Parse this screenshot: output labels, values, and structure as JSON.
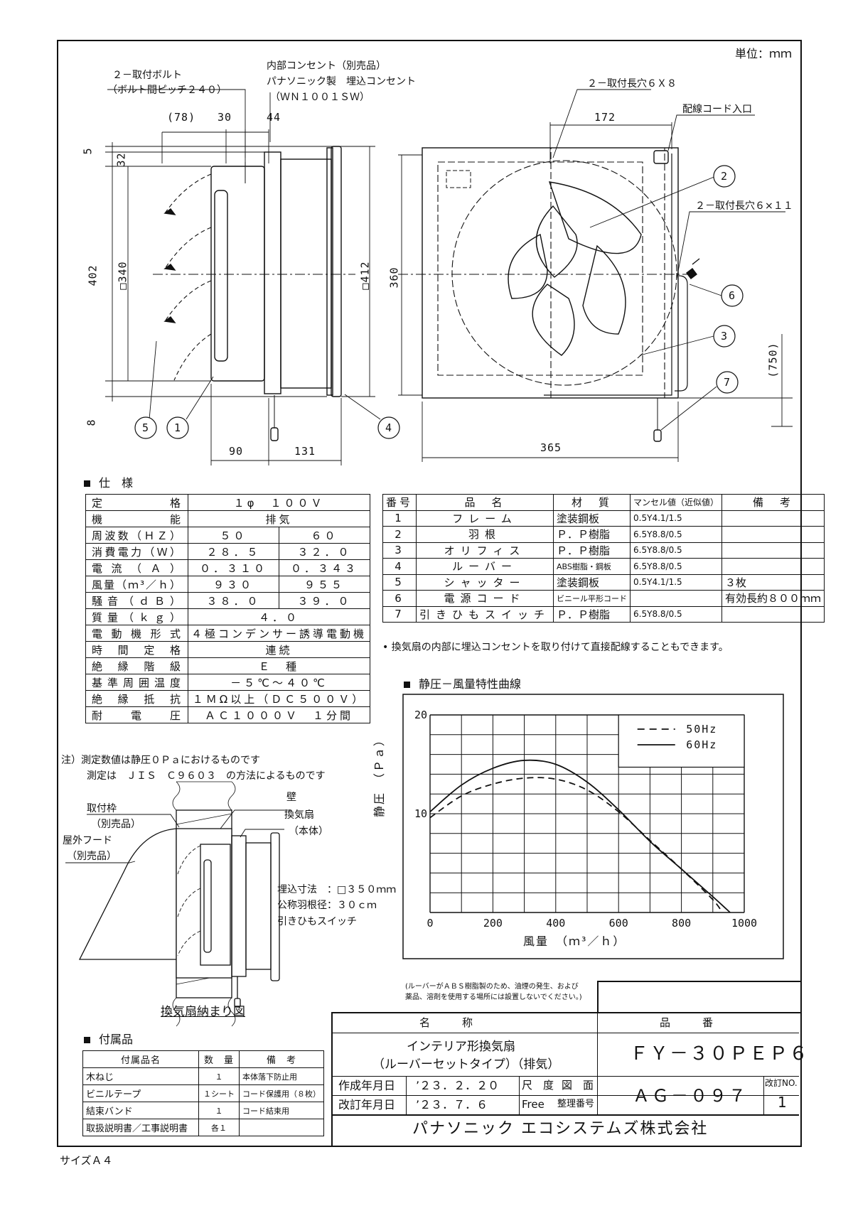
{
  "unit_label": "単位：ｍｍ",
  "paper_size": "サイズＡ４",
  "side_view": {
    "callout_bolt_1": "２－取付ボルト",
    "callout_bolt_2": "（ボルト間ピッチ２４０）",
    "callout_outlet_1": "内部コンセント（別売品）",
    "callout_outlet_2": "パナソニック製　埋込コンセント",
    "callout_outlet_3": "（ＷＮ１００１ＳＷ）",
    "dim_78": "(78)",
    "dim_30": "30",
    "dim_44": "44",
    "dim_5": "5",
    "dim_32": "32",
    "dim_402": "402",
    "dim_340": "□340",
    "dim_412": "□412",
    "dim_8": "8",
    "dim_90": "90",
    "dim_131": "131"
  },
  "front_view": {
    "callout_slot_top": "２－取付長穴６Ｘ８",
    "callout_cord_entry": "配線コード入口",
    "callout_slot_side": "２－取付長穴６×１１",
    "dim_172": "172",
    "dim_360": "360",
    "dim_365": "365",
    "dim_750": "(750)"
  },
  "balloons": [
    "1",
    "2",
    "3",
    "4",
    "5",
    "6",
    "7"
  ],
  "spec": {
    "heading": "仕　様",
    "rows": [
      {
        "label": "定格",
        "v1": "１φ　１００Ｖ",
        "v2": ""
      },
      {
        "label": "機能",
        "v1": "排気",
        "v2": ""
      },
      {
        "label": "周波数（ＨＺ）",
        "v1": "５０",
        "v2": "６０"
      },
      {
        "label": "消費電力（Ｗ）",
        "v1": "２８．５",
        "v2": "３２．０"
      },
      {
        "label": "電流（Ａ）",
        "v1": "０．３１０",
        "v2": "０．３４３"
      },
      {
        "label": "風量（ｍ³／ｈ）",
        "v1": "９３０",
        "v2": "９５５"
      },
      {
        "label": "騒音（ｄＢ）",
        "v1": "３８．０",
        "v2": "３９．０"
      },
      {
        "label": "質量（ｋｇ）",
        "v1": "４．０",
        "v2": ""
      },
      {
        "label": "電動機形式",
        "v1": "４極コンデンサー誘導電動機",
        "v2": ""
      },
      {
        "label": "時間定格",
        "v1": "連続",
        "v2": ""
      },
      {
        "label": "絶縁階級",
        "v1": "Ｅ　種",
        "v2": ""
      },
      {
        "label": "基準周囲温度",
        "v1": "－５℃～４０℃",
        "v2": ""
      },
      {
        "label": "絶縁抵抗",
        "v1": "１ＭΩ以上（ＤＣ５００Ｖ）",
        "v2": ""
      },
      {
        "label": "耐電圧",
        "v1": "ＡＣ１０００Ｖ　１分間",
        "v2": ""
      }
    ],
    "note_1": "注）測定数値は静圧０Ｐａにおけるものです",
    "note_2": "測定は　ＪＩＳ　Ｃ９６０３　の方法によるものです"
  },
  "parts": {
    "headers": [
      "番号",
      "品　名",
      "材　質",
      "マンセル値（近似値）",
      "備　考"
    ],
    "rows": [
      {
        "no": "1",
        "name": "フレーム",
        "material": "塗装鋼板",
        "munsell": "0.5Y4.1/1.5",
        "remark": ""
      },
      {
        "no": "2",
        "name": "羽根",
        "material": "Ｐ．Ｐ樹脂",
        "munsell": "6.5Y8.8/0.5",
        "remark": ""
      },
      {
        "no": "3",
        "name": "オリフィス",
        "material": "Ｐ．Ｐ樹脂",
        "munsell": "6.5Y8.8/0.5",
        "remark": ""
      },
      {
        "no": "4",
        "name": "ルーバー",
        "material": "ABS樹脂・鋼板",
        "munsell": "6.5Y8.8/0.5",
        "remark": ""
      },
      {
        "no": "5",
        "name": "シャッター",
        "material": "塗装鋼板",
        "munsell": "0.5Y4.1/1.5",
        "remark": "３枚"
      },
      {
        "no": "6",
        "name": "電源コード",
        "material": "ビニール平形コード",
        "munsell": "",
        "remark": "有効長約８００ｍｍ"
      },
      {
        "no": "7",
        "name": "引きひもスイッチ",
        "material": "Ｐ．Ｐ樹脂",
        "munsell": "6.5Y8.8/0.5",
        "remark": ""
      }
    ],
    "note": "• 換気扇の内部に埋込コンセントを取り付けて直接配線することもできます。"
  },
  "chart_heading": "静圧－風量特性曲線",
  "chart_data": {
    "type": "line",
    "xlabel": "風量　（ｍ³／ｈ）",
    "ylabel": "静圧　（Ｐａ）",
    "xlim": [
      0,
      1000
    ],
    "ylim": [
      0,
      20
    ],
    "x_ticks": [
      "0",
      "200",
      "400",
      "600",
      "800",
      "1000"
    ],
    "y_ticks": [
      "10",
      "20"
    ],
    "legend_position": "top-right",
    "series": [
      {
        "name": "50Hz",
        "style": "dashed",
        "x": [
          0,
          100,
          200,
          300,
          400,
          500,
          600,
          700,
          800,
          900,
          930
        ],
        "y": [
          9.6,
          11.8,
          13.0,
          13.6,
          13.5,
          12.4,
          10.2,
          7.3,
          4.4,
          1.3,
          0
        ]
      },
      {
        "name": "60Hz",
        "style": "solid",
        "x": [
          0,
          100,
          200,
          300,
          400,
          500,
          600,
          700,
          800,
          900,
          955
        ],
        "y": [
          10.2,
          12.9,
          14.6,
          15.4,
          15.0,
          13.2,
          10.4,
          7.2,
          4.4,
          1.6,
          0
        ]
      }
    ]
  },
  "install": {
    "callout_frame_1": "取付枠",
    "callout_frame_2": "（別売品）",
    "callout_hood_1": "屋外フード",
    "callout_hood_2": "（別売品）",
    "callout_wall": "壁",
    "callout_fan_1": "換気扇",
    "callout_fan_2": "（本体）",
    "spec_1": "埋込寸法　：□３５０ｍｍ",
    "spec_2": "公称羽根径：３０ｃｍ",
    "spec_3": "引きひもスイッチ",
    "caption": "換気扇納まり図"
  },
  "accessories": {
    "heading": "付属品",
    "headers": [
      "付属品名",
      "数　量",
      "備　考"
    ],
    "rows": [
      {
        "name": "木ねじ",
        "qty": "１",
        "remark": "本体落下防止用"
      },
      {
        "name": "ビニルテープ",
        "qty": "１シート",
        "remark": "コード保護用（８枚）"
      },
      {
        "name": "結束バンド",
        "qty": "１",
        "remark": "コード結束用"
      },
      {
        "name": "取扱説明書／工事説明書",
        "qty": "各１",
        "remark": ""
      }
    ]
  },
  "title_block": {
    "louver_note_1": "(ルーバーがＡＢＳ樹脂製のため、油煙の発生、および",
    "louver_note_2": "薬品、溶剤を使用する場所には設置しないでください。)",
    "name_header": "名　　　称",
    "product_no_header": "品　　　番",
    "product_name_1": "インテリア形換気扇",
    "product_name_2": "（ルーバーセットタイプ）（排気）",
    "product_no": "ＦＹ－３０ＰＥＰ６",
    "created_label": "作成年月日",
    "created_date": "’２３．２．２０",
    "revised_label": "改訂年月日",
    "revised_date": "’２３．７．６",
    "scale_label": "尺　度",
    "scale_value": "Free",
    "drawing_label": "図　面",
    "ref_label": "整理番号",
    "drawing_no": "ＡＧ－０９７",
    "revision_label": "改訂NO.",
    "revision_no": "1",
    "company": "パナソニック エコシステムズ株式会社"
  }
}
